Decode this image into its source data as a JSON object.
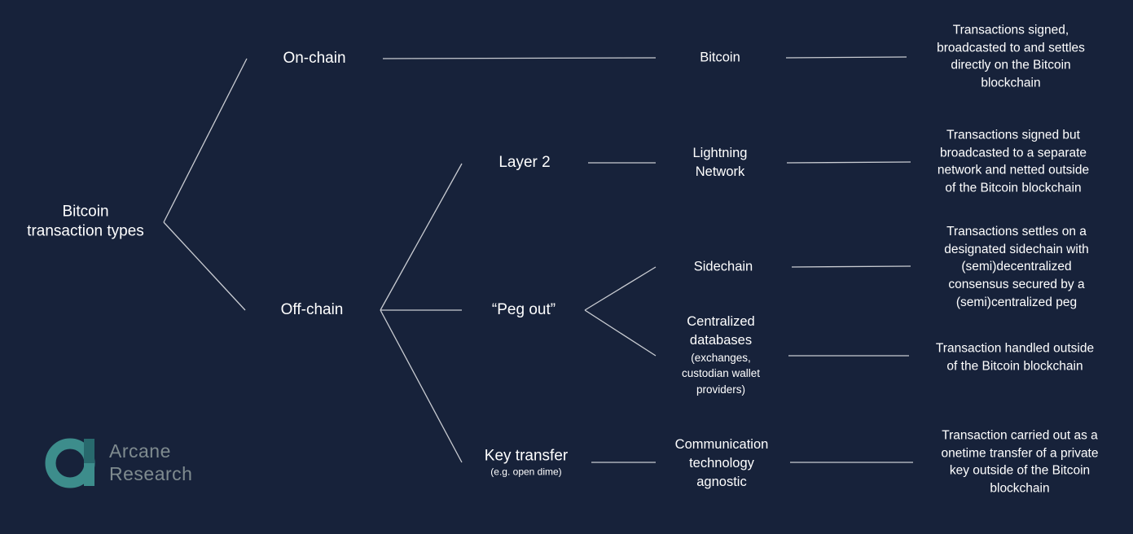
{
  "root": {
    "lines": [
      "Bitcoin",
      "transaction types"
    ]
  },
  "level1": {
    "onchain": "On-chain",
    "offchain": "Off-chain"
  },
  "level2": {
    "layer2": "Layer 2",
    "pegout": "“Peg out”",
    "keytransfer": "Key transfer",
    "keytransfer_note": "(e.g. open dime)"
  },
  "level3": {
    "bitcoin": "Bitcoin",
    "lightning": [
      "Lightning",
      "Network"
    ],
    "sidechain": "Sidechain",
    "centralized": [
      "Centralized",
      "databases"
    ],
    "centralized_note": [
      "(exchanges,",
      "custodian wallet",
      "providers)"
    ],
    "communication": [
      "Communication",
      "technology",
      "agnostic"
    ]
  },
  "descriptions": {
    "bitcoin": [
      "Transactions signed,",
      "broadcasted to and settles",
      "directly on the Bitcoin",
      "blockchain"
    ],
    "lightning": [
      "Transactions signed but",
      "broadcasted to a separate",
      "network and netted outside",
      "of the Bitcoin blockchain"
    ],
    "sidechain": [
      "Transactions settles on a",
      "designated sidechain with",
      "(semi)decentralized",
      "consensus secured by a",
      "(semi)centralized peg"
    ],
    "centralized": [
      "Transaction handled outside",
      "of the Bitcoin blockchain"
    ],
    "communication": [
      "Transaction carried out as a",
      "onetime transfer of a private",
      "key outside of the Bitcoin",
      "blockchain"
    ]
  },
  "logo": {
    "lines": [
      "Arcane",
      "Research"
    ]
  },
  "colors": {
    "background": "#17223a",
    "line": "#c9ccd2",
    "text": "#ffffff",
    "logo_mark": "#3d8d8c",
    "logo_text": "#7f8b8f"
  }
}
